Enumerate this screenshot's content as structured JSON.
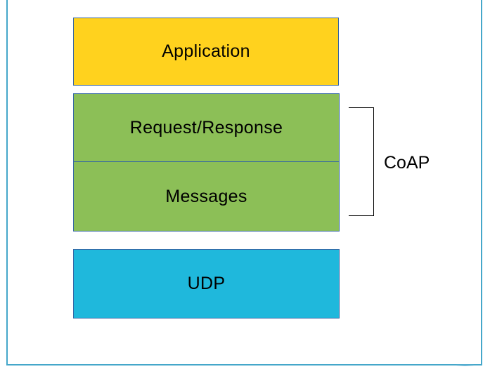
{
  "page": {
    "background": "#ffffff",
    "frame_color": "#45a7ca"
  },
  "stack": {
    "box_border_color": "#3465a4",
    "text_color": "#000000",
    "application": {
      "label": "Application",
      "fill": "#ffd21e"
    },
    "request_response": {
      "label": "Request/Response",
      "fill": "#8cbf57"
    },
    "messages": {
      "label": "Messages",
      "fill": "#8cbf57"
    },
    "udp": {
      "label": "UDP",
      "fill": "#1fb8dc"
    }
  },
  "annotation": {
    "coap_label": "CoAP",
    "bracket_color": "#000000"
  }
}
